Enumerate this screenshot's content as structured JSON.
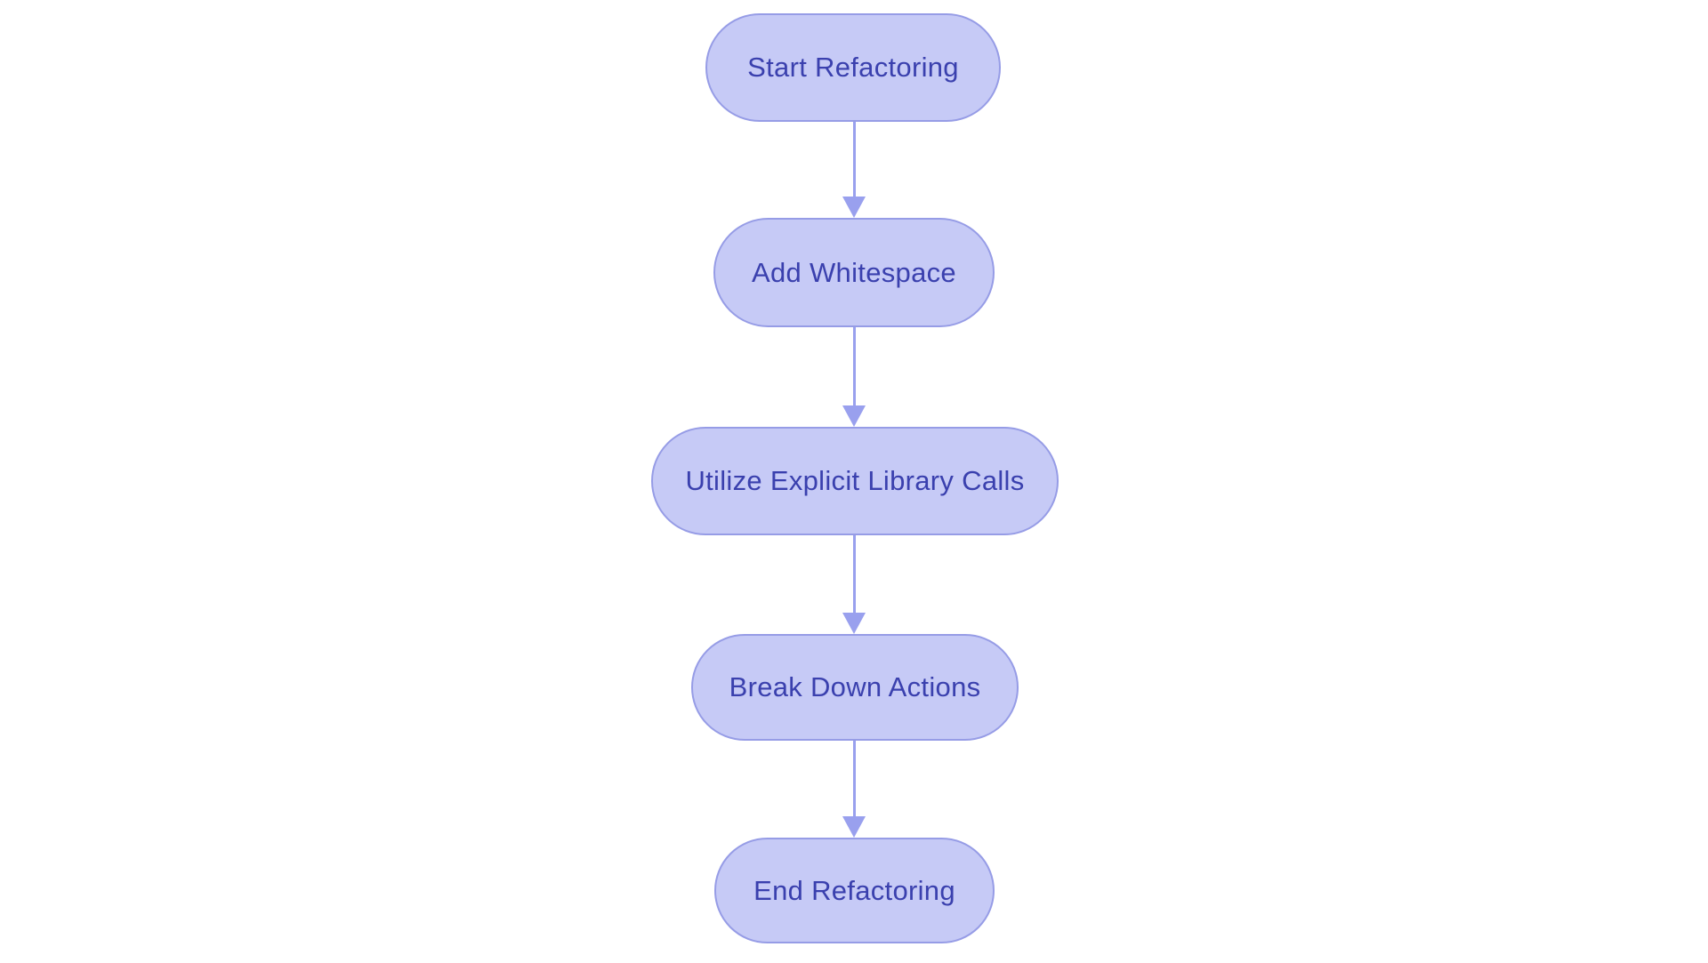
{
  "diagram": {
    "type": "flowchart",
    "direction": "top-down",
    "nodes": [
      {
        "id": "start",
        "label": "Start Refactoring"
      },
      {
        "id": "add-whitespace",
        "label": "Add Whitespace"
      },
      {
        "id": "explicit-library-calls",
        "label": "Utilize Explicit Library Calls"
      },
      {
        "id": "break-down-actions",
        "label": "Break Down Actions"
      },
      {
        "id": "end",
        "label": "End Refactoring"
      }
    ],
    "edges": [
      {
        "from": "start",
        "to": "add-whitespace"
      },
      {
        "from": "add-whitespace",
        "to": "explicit-library-calls"
      },
      {
        "from": "explicit-library-calls",
        "to": "break-down-actions"
      },
      {
        "from": "break-down-actions",
        "to": "end"
      }
    ],
    "colors": {
      "background": "#ffffff",
      "node_fill": "#c6caf6",
      "node_border": "#969ce6",
      "node_text": "#3a40ae",
      "arrow": "#99a0ee"
    }
  }
}
